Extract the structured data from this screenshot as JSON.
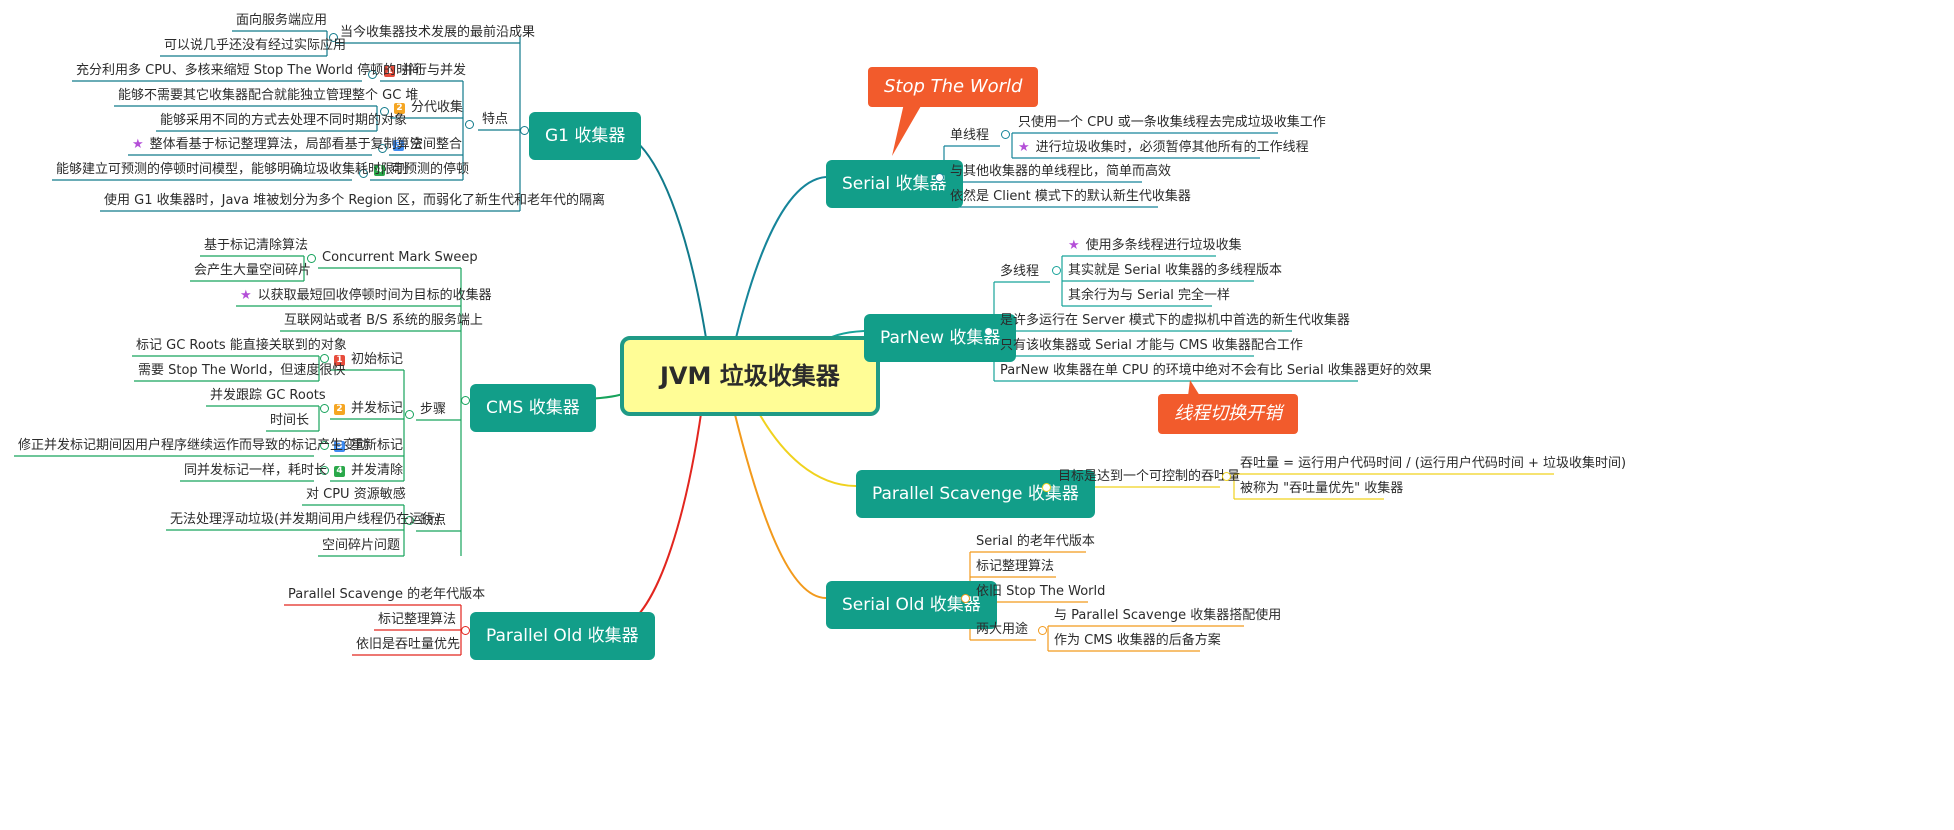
{
  "root": "JVM 垃圾收集器",
  "colors": {
    "topic_fill": "#129e89",
    "root_fill": "#fffd96",
    "root_border": "#1f9a86",
    "branch_g1": "#117a8b",
    "branch_cms": "#17a35c",
    "branch_parallel_old": "#e2261f",
    "branch_serial": "#16859a",
    "branch_parnew": "#17a39a",
    "branch_parallel_scavenge": "#f0d21e",
    "branch_serial_old": "#f29a1c",
    "callout_fill": "#f25b2c",
    "marker_red": "#e74c3c",
    "marker_orange": "#f5a623",
    "marker_blue": "#3f8cf0",
    "marker_green": "#2aa84a",
    "star": "#b44fd8"
  },
  "g1": {
    "title": "G1 收集器",
    "frontier": "当今收集器技术发展的最前沿成果",
    "frontier_items": [
      "面向服务端应用",
      "可以说几乎还没有经过实际应用"
    ],
    "features": "特点",
    "concurrency": {
      "num": "1",
      "label": "并行与并发",
      "detail": "充分利用多 CPU、多核来缩短 Stop The World 停顿的时间"
    },
    "generational": {
      "num": "2",
      "label": "分代收集",
      "details": [
        "能够不需要其它收集器配合就能独立管理整个 GC 堆",
        "能够采用不同的方式去处理不同时期的对象"
      ]
    },
    "compaction": {
      "num": "3",
      "label": "空间整合",
      "detail": "整体看基于标记整理算法，局部看基于复制算法"
    },
    "predictable": {
      "num": "4",
      "label": "可预测的停顿",
      "detail": "能够建立可预测的停顿时间模型，能够明确垃圾收集耗时限制"
    },
    "region": "使用 G1 收集器时，Java 堆被划分为多个 Region 区，而弱化了新生代和老年代的隔离"
  },
  "cms": {
    "title": "CMS 收集器",
    "cms_full": "Concurrent Mark Sweep",
    "cms_items": [
      "基于标记清除算法",
      "会产生大量空间碎片"
    ],
    "goal": "以获取最短回收停顿时间为目标的收集器",
    "usage": "互联网站或者 B/S 系统的服务端上",
    "steps": "步骤",
    "step1": {
      "num": "1",
      "label": "初始标记",
      "details": [
        "标记 GC Roots 能直接关联到的对象",
        "需要 Stop The World，但速度很快"
      ]
    },
    "step2": {
      "num": "2",
      "label": "并发标记",
      "details": [
        "并发跟踪 GC Roots",
        "时间长"
      ]
    },
    "step3": {
      "num": "3",
      "label": "重新标记",
      "detail": "修正并发标记期间因用户程序继续运作而导致的标记产生变动"
    },
    "step4": {
      "num": "4",
      "label": "并发清除",
      "detail": "同并发标记一样，耗时长"
    },
    "cons": "缺点",
    "cons_items": [
      "对 CPU 资源敏感",
      "无法处理浮动垃圾(并发期间用户线程仍在运行)",
      "空间碎片问题"
    ]
  },
  "parallel_old": {
    "title": "Parallel Old 收集器",
    "items": [
      "Parallel Scavenge 的老年代版本",
      "标记整理算法",
      "依旧是吞吐量优先"
    ]
  },
  "serial": {
    "title": "Serial 收集器",
    "callout": "Stop The World",
    "single": "单线程",
    "single_items": [
      "只使用一个 CPU 或一条收集线程去完成垃圾收集工作",
      "进行垃圾收集时，必须暂停其他所有的工作线程"
    ],
    "items": [
      "与其他收集器的单线程比，简单而高效",
      "依然是 Client 模式下的默认新生代收集器"
    ]
  },
  "parnew": {
    "title": "ParNew 收集器",
    "multi": "多线程",
    "multi_items": [
      "使用多条线程进行垃圾收集",
      "其实就是 Serial 收集器的多线程版本",
      "其余行为与 Serial 完全一样"
    ],
    "items": [
      "是许多运行在 Server 模式下的虚拟机中首选的新生代收集器",
      "只有该收集器或 Serial 才能与 CMS 收集器配合工作",
      "ParNew 收集器在单 CPU 的环境中绝对不会有比 Serial 收集器更好的效果"
    ],
    "callout": "线程切换开销"
  },
  "parallel_scavenge": {
    "title": "Parallel Scavenge 收集器",
    "goal": "目标是达到一个可控制的吞吐量",
    "goal_items": [
      "吞吐量 = 运行用户代码时间 / (运行用户代码时间 + 垃圾收集时间)",
      "被称为 \"吞吐量优先\" 收集器"
    ]
  },
  "serial_old": {
    "title": "Serial Old 收集器",
    "items": [
      "Serial 的老年代版本",
      "标记整理算法",
      "依旧 Stop The World"
    ],
    "uses": "两大用途",
    "uses_items": [
      "与 Parallel Scavenge 收集器搭配使用",
      "作为 CMS 收集器的后备方案"
    ]
  }
}
